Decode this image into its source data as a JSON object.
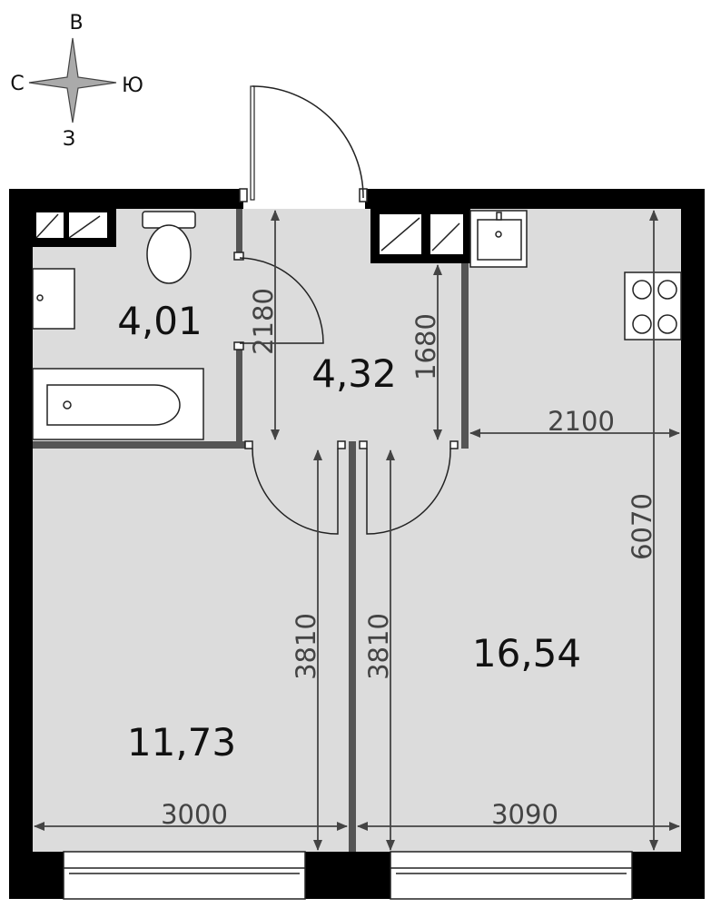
{
  "compass": {
    "north_label": "С",
    "east_label": "В",
    "south_label": "Ю",
    "west_label": "З"
  },
  "rooms": {
    "bathroom_area": "4,01",
    "hall_area": "4,32",
    "room_small_area": "11,73",
    "room_large_area": "16,54"
  },
  "dimensions": {
    "bath_height": "2180",
    "hall_height": "1680",
    "kitchen_width": "2100",
    "total_height": "6070",
    "left_room_height": "3810",
    "right_room_height": "3810",
    "left_width": "3000",
    "right_width": "3090"
  },
  "colors": {
    "floor": "#dcdcdc",
    "wall": "#000000",
    "partition": "#555555"
  }
}
